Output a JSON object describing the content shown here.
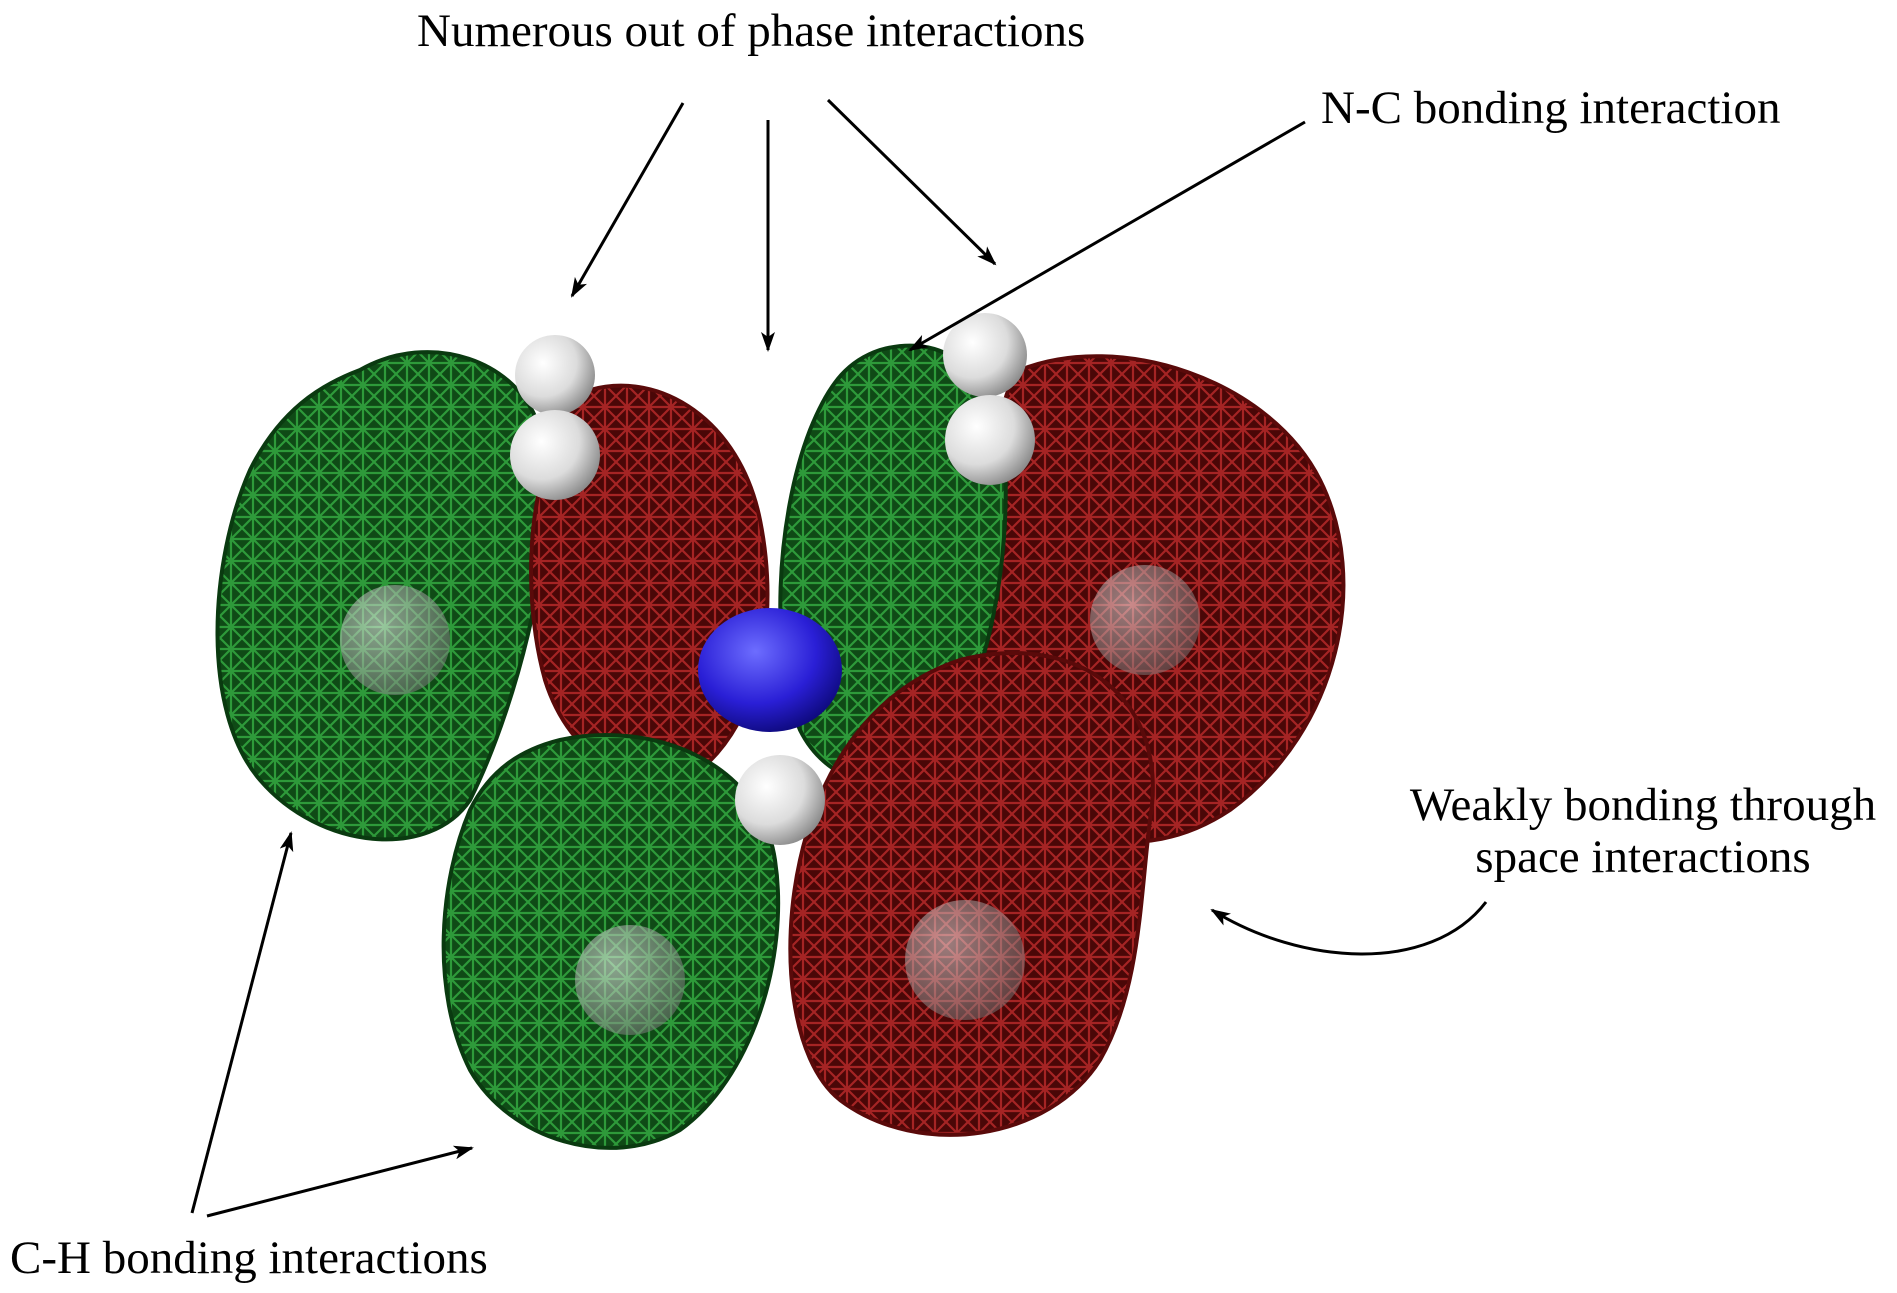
{
  "annotations": {
    "out_of_phase": "Numerous out of phase interactions",
    "nc_bonding": "N-C bonding interaction",
    "weakly_bonding_line1": "Weakly bonding through",
    "weakly_bonding_line2": "space interactions",
    "ch_bonding": "C-H bonding interactions"
  },
  "colors": {
    "positive_lobe": "#1f7a2a",
    "negative_lobe": "#8b1414",
    "nitrogen_atom": "#2a1fd6",
    "hydrogen_atom": "#e8e8e8",
    "carbon_atom": "#bdbdbd",
    "arrow": "#000000"
  }
}
